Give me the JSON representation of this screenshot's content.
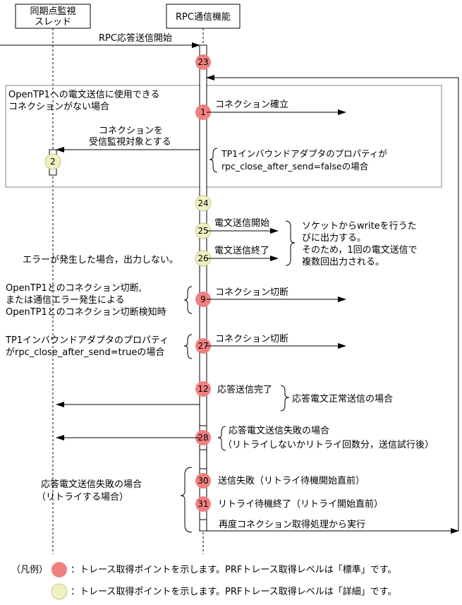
{
  "lifelines": {
    "left_line1": "同期点監視",
    "left_line2": "スレッド",
    "right": "RPC通信機能"
  },
  "messages": {
    "start": "RPC応答送信開始",
    "connect": "コネクション確立",
    "monitor_line1": "コネクションを",
    "monitor_line2": "受信監視対象とする",
    "send_start": "電文送信開始",
    "send_end": "電文送信終了",
    "disconnect1": "コネクション切断",
    "disconnect2": "コネクション切断",
    "resp_done": "応答送信完了",
    "send_fail": "送信失敗（リトライ待機開始直前）",
    "retry_wait_end": "リトライ待機終了（リトライ開始直前）",
    "rerun": "再度コネクション取得処理から実行"
  },
  "notes": {
    "no_conn_line1": "OpenTP1への電文送信に使用できる",
    "no_conn_line2": "コネクションがない場合",
    "adapter_false_line1": "TP1インバウンドアダプタのプロパティが",
    "adapter_false_line2": "rpc_close_after_send=falseの場合",
    "socket_line1": "ソケットからwriteを行うた",
    "socket_line2": "びに出力する。",
    "socket_line3": "そのため，1回の電文送信で",
    "socket_line4": "複数回出力される。",
    "error_no_output": "エラーが発生した場合，出力しない。",
    "disc_line1": "OpenTP1とのコネクション切断,",
    "disc_line2": "または通信エラー発生による",
    "disc_line3": "OpenTP1とのコネクション切断検知時",
    "adapter_true_line1": "TP1インバウンドアダプタのプロパティ",
    "adapter_true_line2": "がrpc_close_after_send=trueの場合",
    "resp_ok": "応答電文正常送信の場合",
    "fail_line1": "応答電文送信失敗の場合",
    "fail_line2": "（リトライしないかリトライ回数分，送信試行後）",
    "fail_retry_line1": "応答電文送信失敗の場合",
    "fail_retry_line2": "（リトライする場合）"
  },
  "points": {
    "p23": "23",
    "p1": "1",
    "p2": "2",
    "p24": "24",
    "p25": "25",
    "p26": "26",
    "p9": "9",
    "p27": "27",
    "p12": "12",
    "p28": "28",
    "p30": "30",
    "p31": "31"
  },
  "legend": {
    "label": "（凡例）",
    "standard": "：トレース取得ポイントを示します。PRFトレース取得レベルは「標準」です。",
    "detail": "：トレース取得ポイントを示します。PRFトレース取得レベルは「詳細」です。"
  },
  "colors": {
    "standard": "#f08080",
    "detail": "#f0f0c0",
    "frame": "#999999"
  }
}
